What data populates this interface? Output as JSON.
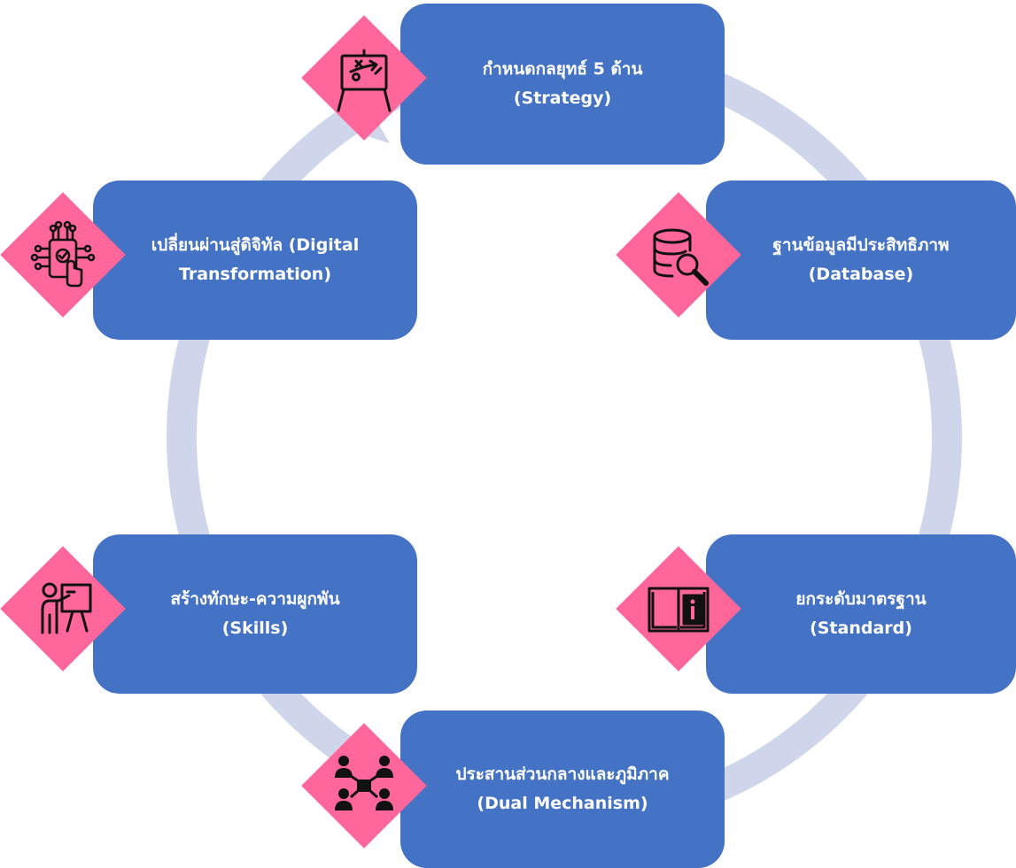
{
  "diagram": {
    "colors": {
      "box": "#4472c4",
      "diamond": "#ff6699",
      "ring": "#cfd5ea",
      "text": "#ffffff"
    },
    "steps": [
      {
        "id": "strategy",
        "line1": "กำหนดกลยุทธ์ 5 ด้าน",
        "line2": "(Strategy)",
        "icon": "strategy-board-icon"
      },
      {
        "id": "database",
        "line1": "ฐานข้อมูลมีประสิทธิภาพ",
        "line2": "(Database)",
        "icon": "database-search-icon"
      },
      {
        "id": "standard",
        "line1": "ยกระดับมาตรฐาน",
        "line2": "(Standard)",
        "icon": "info-book-icon"
      },
      {
        "id": "dual",
        "line1": "ประสานส่วนกลางและภูมิภาค",
        "line2": "(Dual Mechanism)",
        "icon": "network-people-icon"
      },
      {
        "id": "skills",
        "line1": "สร้างทักษะ-ความผูกพัน",
        "line2": "(Skills)",
        "icon": "presenter-icon"
      },
      {
        "id": "digital",
        "line1": "เปลี่ยนผ่านสู่ดิจิทัล (Digital",
        "line2": "Transformation)",
        "icon": "digital-touch-icon"
      }
    ]
  }
}
